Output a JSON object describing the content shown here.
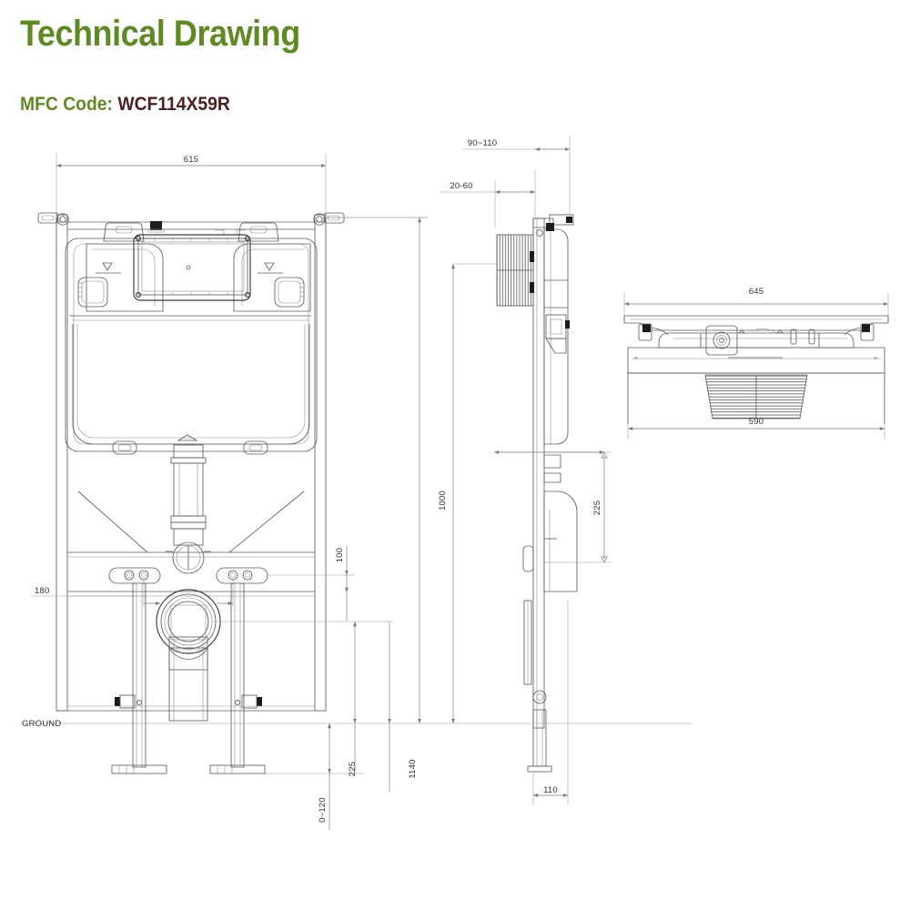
{
  "header": {
    "title": "Technical Drawing",
    "code_label": "MFC Code:",
    "code_value": "WCF114X59R",
    "title_color": "#5f8a22",
    "code_color": "#4e2020"
  },
  "drawing": {
    "type": "orthographic-technical-drawing",
    "subject": "Wall-hung WC concealed cistern support frame",
    "views": [
      {
        "name": "front-elevation",
        "position": "left"
      },
      {
        "name": "side-elevation",
        "position": "center"
      },
      {
        "name": "top-plan",
        "position": "upper-right"
      }
    ],
    "ground_label": "GROUND"
  },
  "dimensions": {
    "front_width": "615",
    "front_total_height": "1140",
    "front_fixing_height": "1000",
    "front_outlet_offset": "100",
    "front_bolt_spacing": "180",
    "front_foot_height": "225",
    "front_foot_adjust": "0~120",
    "side_wall_offset": "90~110",
    "side_inset": "20-60",
    "side_depth": "110",
    "side_outlet_height": "225",
    "plan_outer_width": "645",
    "plan_inner_width": "590"
  },
  "labels": [
    {
      "id": "d-615",
      "text": "615",
      "orient": "h"
    },
    {
      "id": "d-90110",
      "text": "90~110",
      "orient": "h"
    },
    {
      "id": "d-2060",
      "text": "20-60",
      "orient": "h"
    },
    {
      "id": "d-645",
      "text": "645",
      "orient": "h"
    },
    {
      "id": "d-590",
      "text": "590",
      "orient": "h"
    },
    {
      "id": "d-180",
      "text": "180",
      "orient": "h"
    },
    {
      "id": "d-110",
      "text": "110",
      "orient": "h"
    },
    {
      "id": "d-ground",
      "text": "GROUND",
      "orient": "h"
    },
    {
      "id": "d-1000",
      "text": "1000",
      "orient": "v"
    },
    {
      "id": "d-1140",
      "text": "1140",
      "orient": "v"
    },
    {
      "id": "d-100",
      "text": "100",
      "orient": "v"
    },
    {
      "id": "d-225a",
      "text": "225",
      "orient": "v"
    },
    {
      "id": "d-225b",
      "text": "225",
      "orient": "v"
    },
    {
      "id": "d-0120",
      "text": "0~120",
      "orient": "v"
    }
  ]
}
